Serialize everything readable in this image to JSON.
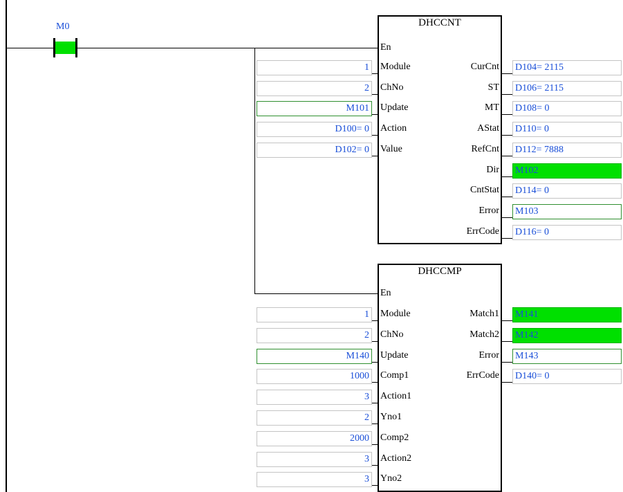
{
  "contact": {
    "name": "M0",
    "state": "on"
  },
  "colors": {
    "on": "#00e000",
    "value_text": "#1a4fd8",
    "bit_border": "#2f8f2f",
    "box_border": "#c4c4c4"
  },
  "dhccnt": {
    "title": "DHCCNT",
    "en": "En",
    "inputs": [
      {
        "label": "Module",
        "value": "1",
        "type": "value"
      },
      {
        "label": "ChNo",
        "value": "2",
        "type": "value"
      },
      {
        "label": "Update",
        "value": "M101",
        "type": "bit"
      },
      {
        "label": "Action",
        "value": "D100= 0",
        "type": "value"
      },
      {
        "label": "Value",
        "value": "D102= 0",
        "type": "value"
      }
    ],
    "outputs": [
      {
        "label": "CurCnt",
        "value": "D104= 2115",
        "type": "value"
      },
      {
        "label": "ST",
        "value": "D106= 2115",
        "type": "value"
      },
      {
        "label": "MT",
        "value": "D108= 0",
        "type": "value"
      },
      {
        "label": "AStat",
        "value": "D110= 0",
        "type": "value"
      },
      {
        "label": "RefCnt",
        "value": "D112= 7888",
        "type": "value"
      },
      {
        "label": "Dir",
        "value": "M102",
        "type": "bit-on"
      },
      {
        "label": "CntStat",
        "value": "D114= 0",
        "type": "value"
      },
      {
        "label": "Error",
        "value": "M103",
        "type": "bit"
      },
      {
        "label": "ErrCode",
        "value": "D116= 0",
        "type": "value"
      }
    ]
  },
  "dhccmp": {
    "title": "DHCCMP",
    "en": "En",
    "inputs": [
      {
        "label": "Module",
        "value": "1",
        "type": "value"
      },
      {
        "label": "ChNo",
        "value": "2",
        "type": "value"
      },
      {
        "label": "Update",
        "value": "M140",
        "type": "bit"
      },
      {
        "label": "Comp1",
        "value": "1000",
        "type": "value"
      },
      {
        "label": "Action1",
        "value": "3",
        "type": "value"
      },
      {
        "label": "Yno1",
        "value": "2",
        "type": "value"
      },
      {
        "label": "Comp2",
        "value": "2000",
        "type": "value"
      },
      {
        "label": "Action2",
        "value": "3",
        "type": "value"
      },
      {
        "label": "Yno2",
        "value": "3",
        "type": "value"
      }
    ],
    "outputs": [
      {
        "label": "Match1",
        "value": "M141",
        "type": "bit-on"
      },
      {
        "label": "Match2",
        "value": "M142",
        "type": "bit-on"
      },
      {
        "label": "Error",
        "value": "M143",
        "type": "bit"
      },
      {
        "label": "ErrCode",
        "value": "D140= 0",
        "type": "value"
      }
    ]
  }
}
